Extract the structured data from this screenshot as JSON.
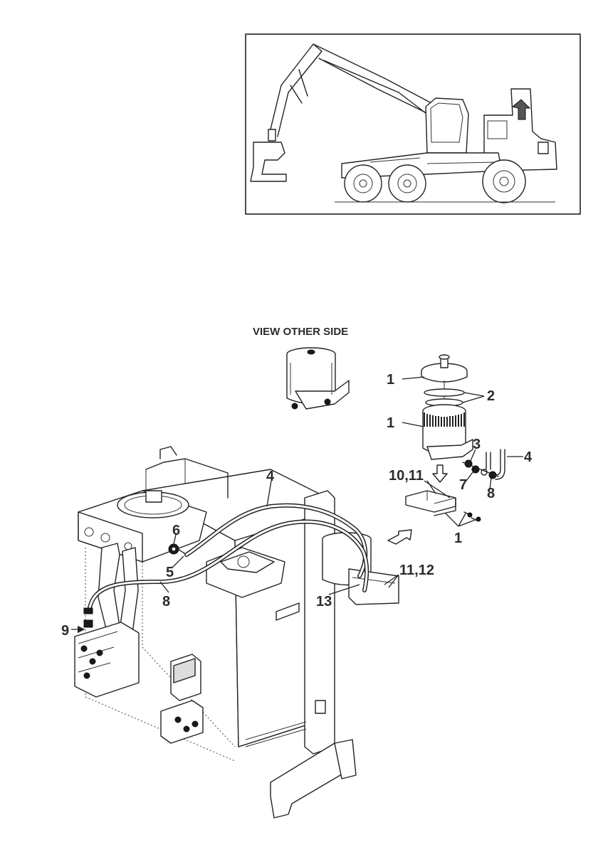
{
  "caption": "VIEW OTHER SIDE",
  "callouts": {
    "c1a": "1",
    "c2": "2",
    "c1b": "1",
    "c3": "3",
    "c4a": "4",
    "c7": "7",
    "c8a": "8",
    "c1011": "10,11",
    "c1c": "1",
    "c4b": "4",
    "c6": "6",
    "c5": "5",
    "c8b": "8",
    "c1112": "11,12",
    "c13": "13",
    "c9": "9"
  }
}
